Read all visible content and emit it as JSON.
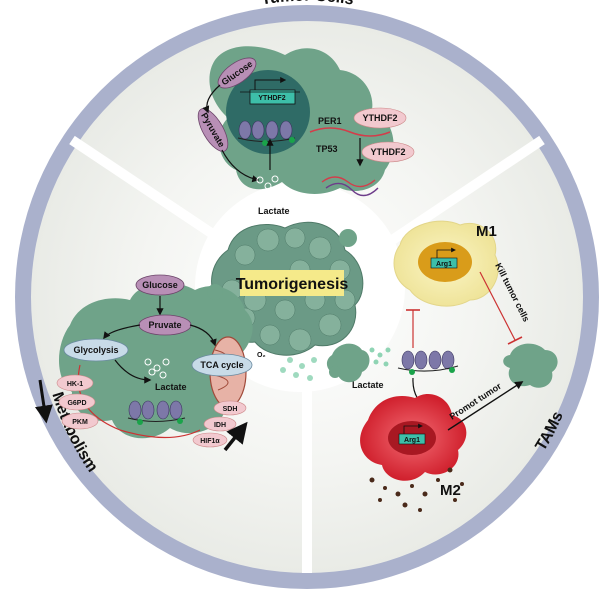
{
  "ring": {
    "top": "Tumor Cells",
    "left": "Metabolism",
    "right": "TAMs"
  },
  "center": {
    "label": "Tumorigenesis"
  },
  "tumor_cells": {
    "glucose": "Glucose",
    "pyruvate": "Pyruvate",
    "ythdf2_box": "YTHDF2",
    "per1": "PER1",
    "ythdf2_a": "YTHDF2",
    "tp53": "TP53",
    "ythdf2_b": "YTHDF2",
    "lactate": "Lactate"
  },
  "metabolism": {
    "glucose": "Glucose",
    "pruvate": "Pruvate",
    "glycolysis": "Glycolysis",
    "tca": "TCA cycle",
    "o2": "O₂",
    "lactate": "Lactate",
    "hk1": "HK-1",
    "g6pd": "G6PD",
    "pkm": "PKM",
    "sdh": "SDH",
    "idh": "IDH",
    "hif1a": "HIF1α"
  },
  "tams": {
    "m1": "M1",
    "m2": "M2",
    "arg1_m1": "Arg1",
    "arg1_m2": "Arg1",
    "kill": "Kill tumor cells",
    "promote": "Promot tumor",
    "lactate": "Lactate"
  },
  "colors": {
    "ring": "#9aa3c2",
    "tumor_green": "#6fa389",
    "nucleus": "#2f6b66",
    "pink_pill": "#f2c9cf",
    "purple_pill": "#b88fb6",
    "m1_yellow": "#f5eeb0",
    "m1_nucleus": "#d99c1a",
    "m2_red": "#e0303f",
    "tca_blue": "#c8dbe8"
  }
}
